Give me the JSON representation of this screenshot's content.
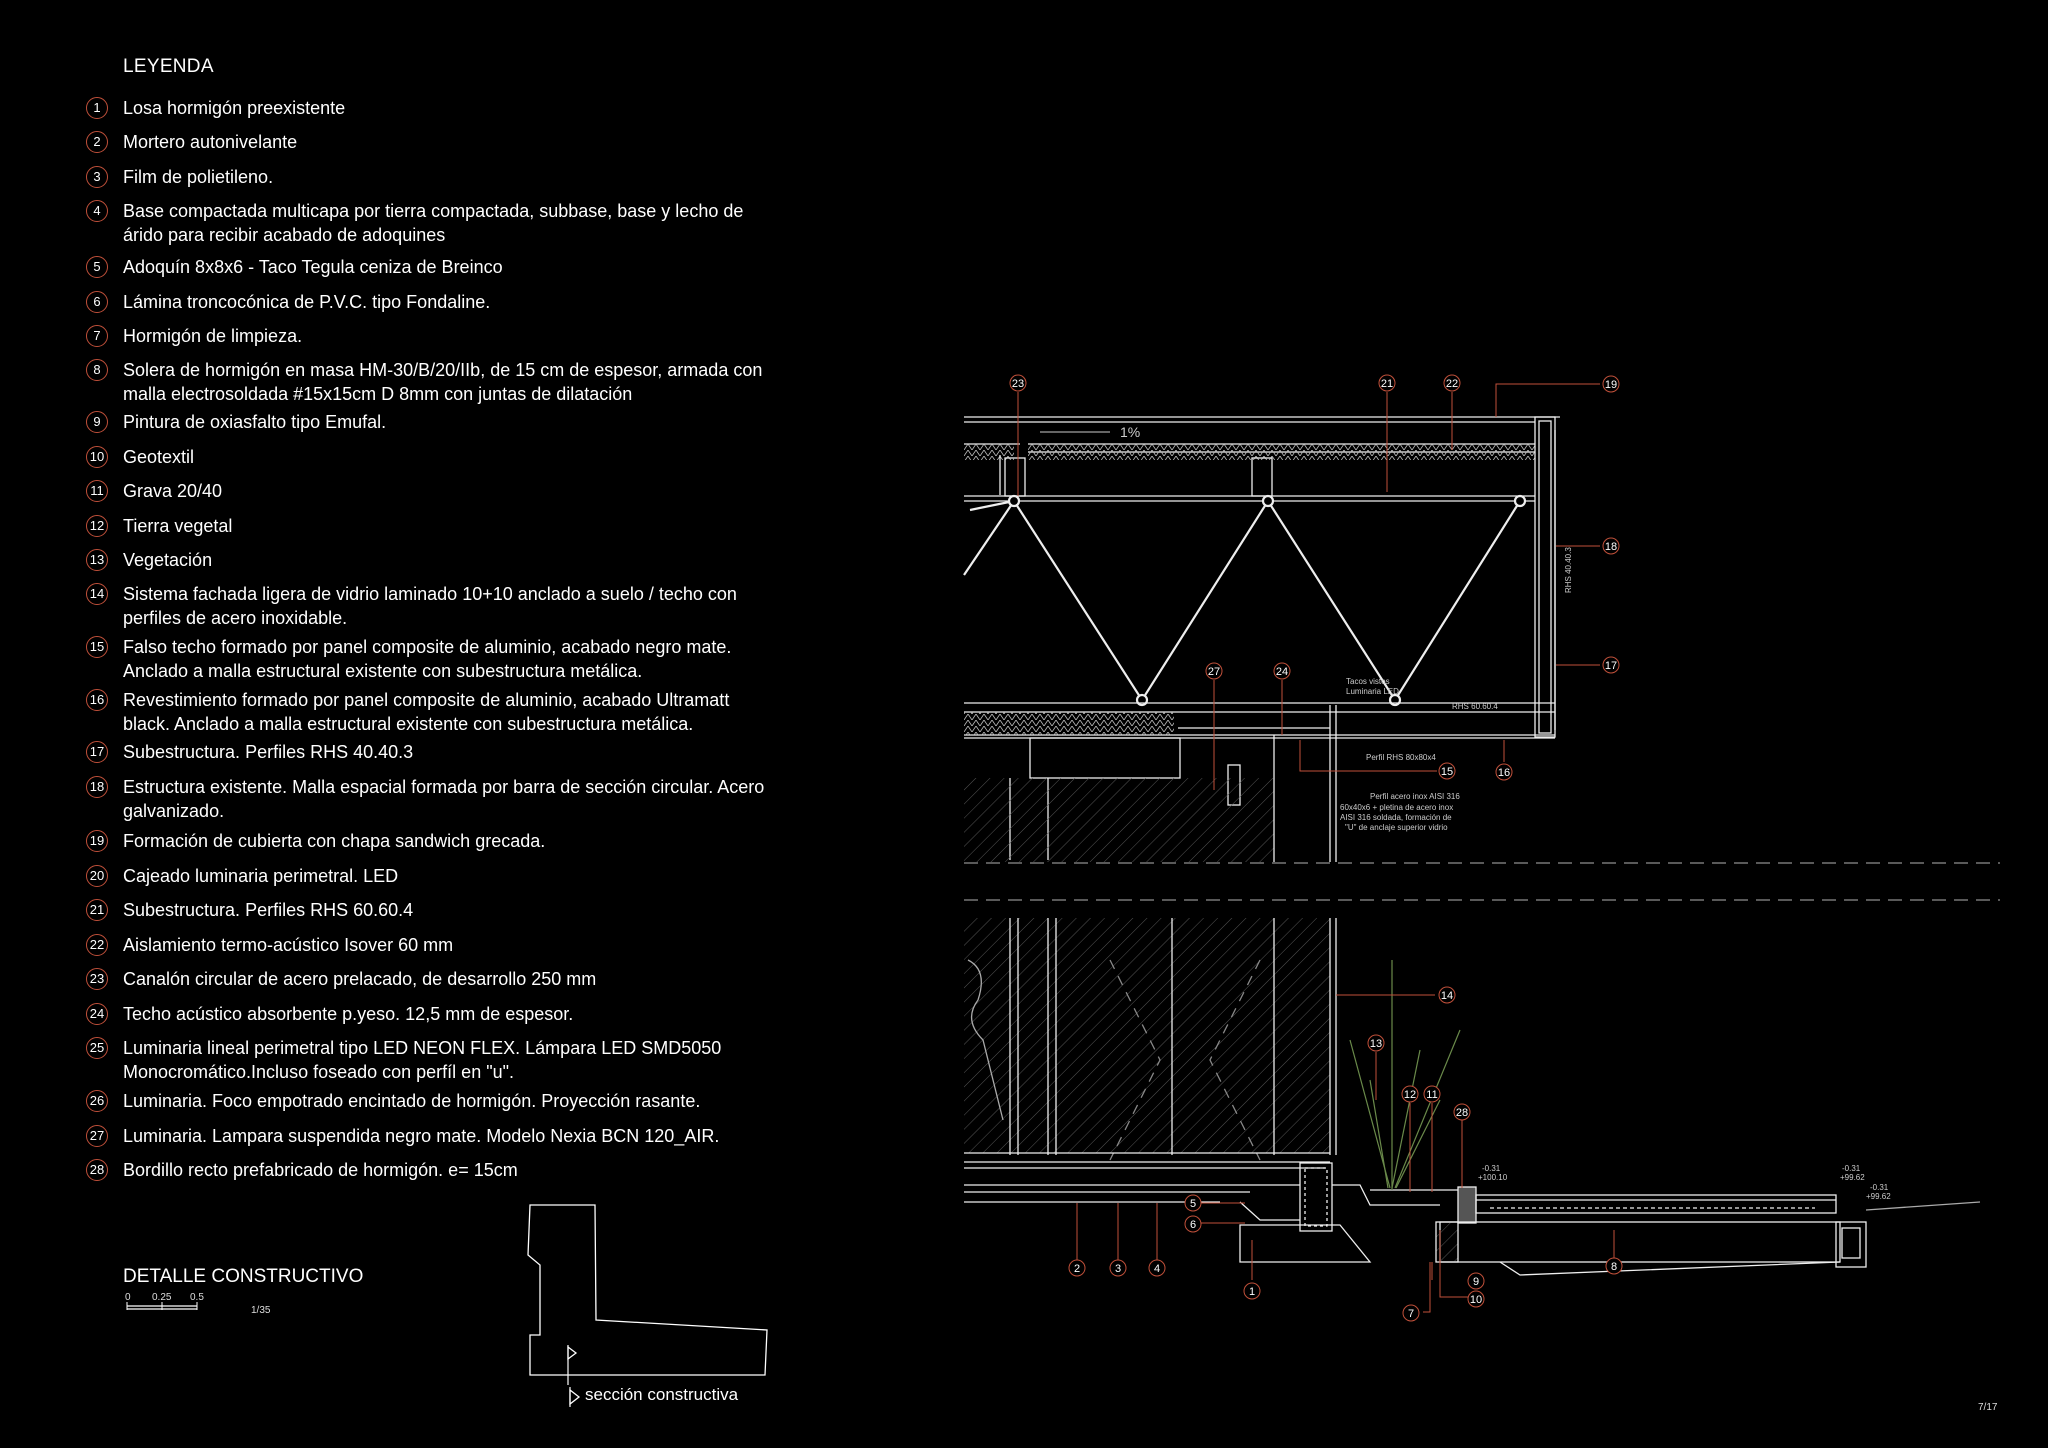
{
  "legend": {
    "title": "LEYENDA",
    "items": [
      {
        "n": "1",
        "text": "Losa hormigón preexistente"
      },
      {
        "n": "2",
        "text": "Mortero autonivelante"
      },
      {
        "n": "3",
        "text": "Film de polietileno."
      },
      {
        "n": "4",
        "text": "Base compactada multicapa por tierra compactada, subbase, base y lecho de árido para recibir acabado de adoquines"
      },
      {
        "n": "5",
        "text": "Adoquín 8x8x6 - Taco Tegula ceniza de Breinco"
      },
      {
        "n": "6",
        "text": "Lámina troncocónica de P.V.C. tipo Fondaline."
      },
      {
        "n": "7",
        "text": "Hormigón de limpieza."
      },
      {
        "n": "8",
        "text": "Solera de hormigón en masa HM-30/B/20/IIb, de 15 cm de espesor, armada con malla electrosoldada #15x15cm D 8mm con juntas de dilatación"
      },
      {
        "n": "9",
        "text": "Pintura de oxiasfalto tipo Emufal."
      },
      {
        "n": "10",
        "text": "Geotextil"
      },
      {
        "n": "11",
        "text": "Grava 20/40"
      },
      {
        "n": "12",
        "text": "Tierra vegetal"
      },
      {
        "n": "13",
        "text": "Vegetación"
      },
      {
        "n": "14",
        "text": "Sistema fachada ligera de vidrio laminado 10+10 anclado a suelo / techo con perfiles de acero  inoxidable."
      },
      {
        "n": "15",
        "text": "Falso techo formado por panel composite de aluminio, acabado negro mate. Anclado a malla estructural existente con subestructura metálica."
      },
      {
        "n": "16",
        "text": "Revestimiento formado por panel composite de aluminio, acabado Ultramatt black. Anclado a malla estructural existente con subestructura metálica."
      },
      {
        "n": "17",
        "text": "Subestructura. Perfiles RHS 40.40.3"
      },
      {
        "n": "18",
        "text": "Estructura existente. Malla espacial formada por barra de sección circular. Acero galvanizado."
      },
      {
        "n": "19",
        "text": "Formación de cubierta con chapa sandwich grecada."
      },
      {
        "n": "20",
        "text": "Cajeado luminaria perimetral. LED"
      },
      {
        "n": "21",
        "text": "Subestructura. Perfiles RHS 60.60.4"
      },
      {
        "n": "22",
        "text": "Aislamiento termo-acústico Isover 60 mm"
      },
      {
        "n": "23",
        "text": "Canalón circular de acero prelacado, de desarrollo 250 mm"
      },
      {
        "n": "24",
        "text": "Techo acústico absorbente p.yeso. 12,5 mm de espesor."
      },
      {
        "n": "25",
        "text": "Luminaria lineal perimetral tipo LED NEON FLEX. Lámpara LED SMD5050 Monocromático.Incluso foseado con perfíl en \"u\"."
      },
      {
        "n": "26",
        "text": "Luminaria. Foco empotrado encintado de hormigón. Proyección rasante."
      },
      {
        "n": "27",
        "text": "Luminaria. Lampara suspendida negro mate. Modelo Nexia BCN 120_AIR."
      },
      {
        "n": "28",
        "text": "Bordillo recto prefabricado de hormigón. e= 15cm"
      }
    ]
  },
  "sheet": {
    "title": "DETALLE CONSTRUCTIVO",
    "scale_0": "0",
    "scale_1": "0.25",
    "scale_2": "0.5",
    "scale_ratio": "1/35",
    "section_label": "sección constructiva",
    "page": "7/17"
  },
  "drawing": {
    "slope": "1%",
    "notes": {
      "rhs40": "RHS 40.40.3",
      "rhs60": "RHS 60.60.4",
      "tacos": "Tacos vistos",
      "luminaria": "Luminaria LED",
      "perfil80": "Perfil RHS 80x80x4",
      "inox1": "Perfil acero inox AISI 316",
      "inox2": "60x40x6 + pletina de acero inox",
      "inox3": "AISI 316 soldada, formación de",
      "inox4": "\"U\" de anclaje superior vidrio",
      "lvl1a": "-0.31",
      "lvl1b": "+100.10",
      "lvl2a": "-0.31",
      "lvl2b": "+99.62",
      "lvl3a": "-0.31",
      "lvl3b": "+99.62"
    },
    "callouts": {
      "c23": "23",
      "c21": "21",
      "c22": "22",
      "c19": "19",
      "c18": "18",
      "c17": "17",
      "c27": "27",
      "c24": "24",
      "c15": "15",
      "c16": "16",
      "c14": "14",
      "c13": "13",
      "c12": "12",
      "c11": "11",
      "c28": "28",
      "c5": "5",
      "c6": "6",
      "c2": "2",
      "c3": "3",
      "c4": "4",
      "c1": "1",
      "c9": "9",
      "c10": "10",
      "c7": "7",
      "c8": "8"
    }
  }
}
